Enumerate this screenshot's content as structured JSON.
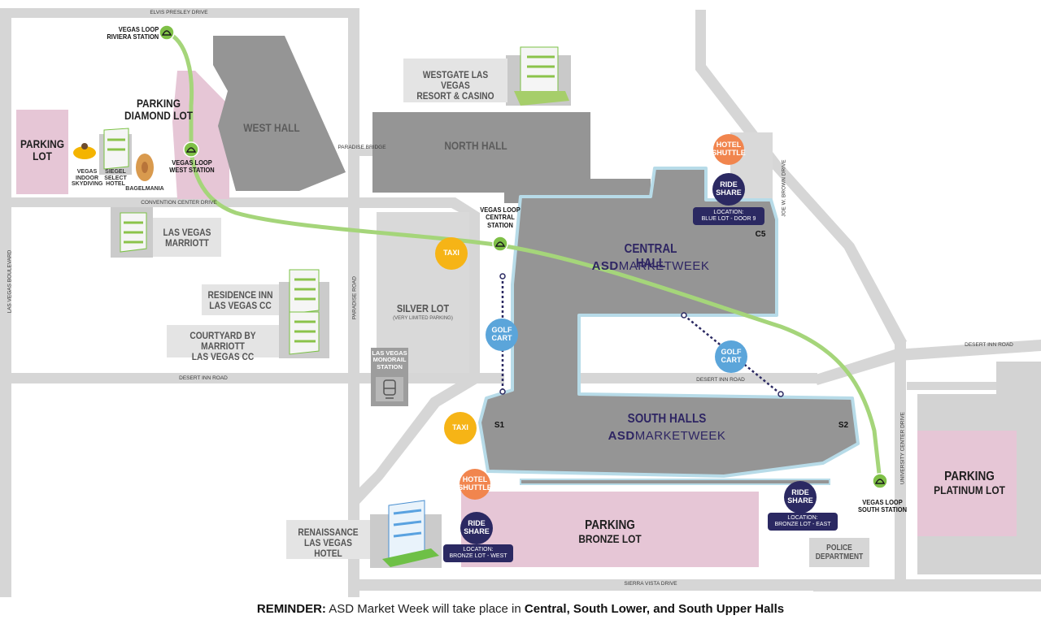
{
  "roads": {
    "elvis_presley": "ELVIS PRESLEY DRIVE",
    "convention_center": "CONVENTION CENTER DRIVE",
    "paradise_bridge": "PARADISE BRIDGE",
    "las_vegas_blvd": "LAS VEGAS BOULEVARD",
    "paradise_road": "PARADISE ROAD",
    "desert_inn_left": "DESERT INN ROAD",
    "desert_inn_mid": "DESERT INN ROAD",
    "desert_inn_right": "DESERT INN ROAD",
    "joe_brown": "JOE W. BROWN DRIVE",
    "university_center": "UNIVERSITY CENTER DRIVE",
    "sierra_vista": "SIERRA VISTA DRIVE"
  },
  "halls": {
    "west": "WEST HALL",
    "north": "NORTH HALL",
    "central": "CENTRAL HALL",
    "central_brand_bold": "ASD",
    "central_brand_rest": "MARKETWEEK",
    "south": "SOUTH HALLS",
    "south_brand_bold": "ASD",
    "south_brand_rest": "MARKETWEEK"
  },
  "parking": {
    "lot_l1": "PARKING",
    "lot_l2": "LOT",
    "diamond_l1": "PARKING",
    "diamond_l2": "DIAMOND LOT",
    "silver_l1": "SILVER LOT",
    "silver_l2": "(VERY LIMITED PARKING)",
    "bronze_l1": "PARKING",
    "bronze_l2": "BRONZE LOT",
    "platinum_l1": "PARKING",
    "platinum_l2": "PLATINUM LOT"
  },
  "loop": {
    "riviera_l1": "VEGAS LOOP",
    "riviera_l2": "RIVIERA STATION",
    "west_l1": "VEGAS LOOP",
    "west_l2": "WEST STATION",
    "central_l1": "VEGAS LOOP",
    "central_l2": "CENTRAL",
    "central_l3": "STATION",
    "south_l1": "VEGAS LOOP",
    "south_l2": "SOUTH STATION"
  },
  "places": {
    "westgate_l1": "WESTGATE LAS VEGAS",
    "westgate_l2": "RESORT & CASINO",
    "marriott_l1": "LAS VEGAS",
    "marriott_l2": "MARRIOTT",
    "residence_l1": "RESIDENCE INN",
    "residence_l2": "LAS VEGAS CC",
    "courtyard_l1": "COURTYARD BY MARRIOTT",
    "courtyard_l2": "LAS VEGAS CC",
    "renaissance_l1": "RENAISSANCE",
    "renaissance_l2": "LAS VEGAS HOTEL",
    "monorail_l1": "LAS VEGAS",
    "monorail_l2": "MONORAIL",
    "monorail_l3": "STATION",
    "police_l1": "POLICE",
    "police_l2": "DEPARTMENT",
    "skydiving_l1": "VEGAS",
    "skydiving_l2": "INDOOR",
    "skydiving_l3": "SKYDIVING",
    "siegel_l1": "SIEGEL",
    "siegel_l2": "SELECT",
    "siegel_l3": "HOTEL",
    "bagelmania": "BAGELMANIA"
  },
  "services": {
    "hotel_shuttle_1_l1": "HOTEL",
    "hotel_shuttle_1_l2": "SHUTTLE",
    "ride_share_1_l1": "RIDE",
    "ride_share_1_l2": "SHARE",
    "ride_loc_1_l1": "LOCATION:",
    "ride_loc_1_l2": "BLUE LOT - DOOR 9",
    "taxi_1": "TAXI",
    "golf_1_l1": "GOLF",
    "golf_1_l2": "CART",
    "golf_2_l1": "GOLF",
    "golf_2_l2": "CART",
    "taxi_2": "TAXI",
    "hotel_shuttle_2_l1": "HOTEL",
    "hotel_shuttle_2_l2": "SHUTTLE",
    "ride_share_2_l1": "RIDE",
    "ride_share_2_l2": "SHARE",
    "ride_loc_2_l1": "LOCATION:",
    "ride_loc_2_l2": "BRONZE LOT - WEST",
    "ride_share_3_l1": "RIDE",
    "ride_share_3_l2": "SHARE",
    "ride_loc_3_l1": "LOCATION:",
    "ride_loc_3_l2": "BRONZE LOT - EAST"
  },
  "doors": {
    "c5": "C5",
    "s1": "S1",
    "s2": "S2"
  },
  "reminder": {
    "label": "REMINDER:",
    "text": " ASD Market Week will take place in ",
    "halls": "Central, South Lower, and South Upper Halls"
  },
  "colors": {
    "road": "#d6d6d6",
    "hall": "#959595",
    "hall_outline": "#b7dbe8",
    "parking": "#e6c6d6",
    "loop_line": "#a5d57a",
    "loop_station": "#7fc047",
    "taxi": "#f6b416",
    "shuttle": "#f1854e",
    "ride_share": "#2b2962",
    "golf_cart": "#5ba5da",
    "brand_text": "#2e2563"
  },
  "icons": [
    "loop-station-icon",
    "hotel-building-icon",
    "monorail-train-icon",
    "skydiving-icon",
    "bagel-icon"
  ]
}
